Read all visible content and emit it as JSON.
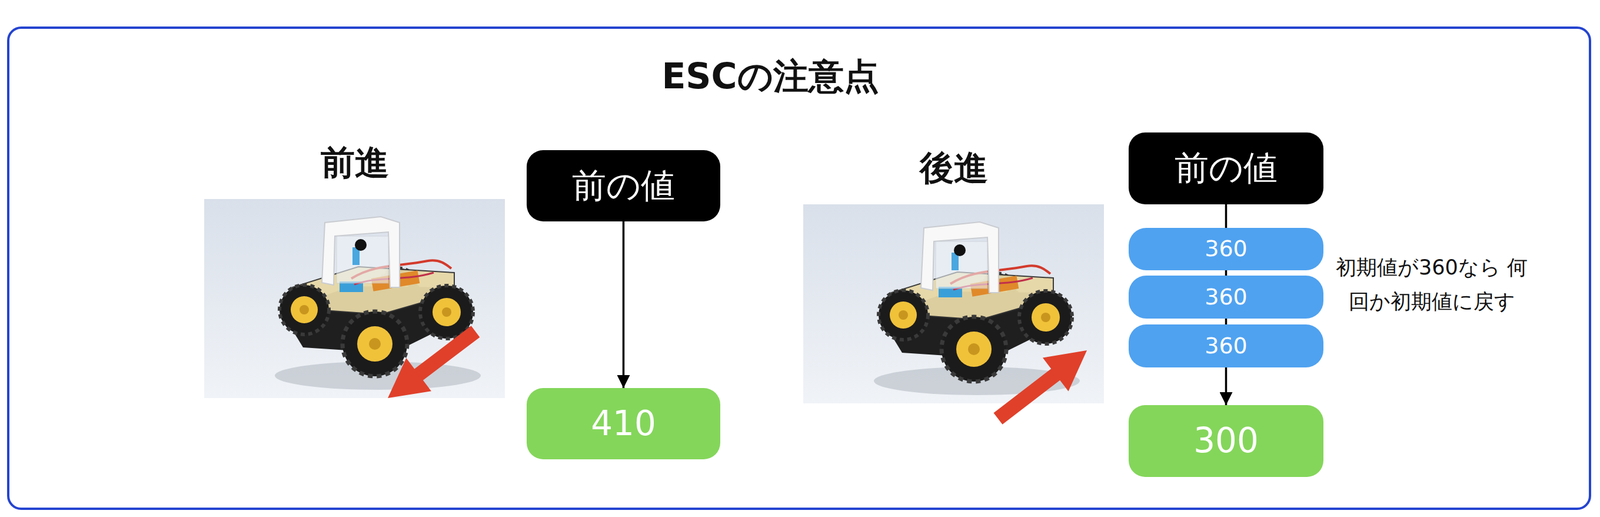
{
  "diagram": {
    "title": "ESCの注意点",
    "nodes": [
      {
        "text": [
          "前の値"
        ]
      },
      {
        "text": [
          "410"
        ]
      },
      {
        "text": [
          "前の値"
        ]
      },
      {
        "text": [
          "360"
        ]
      },
      {
        "text": [
          "360"
        ]
      },
      {
        "text": [
          "360"
        ]
      },
      {
        "text": [
          "300"
        ]
      }
    ],
    "edges": [
      {
        "from": 0,
        "to": 1,
        "arrow": "to"
      },
      {
        "from": 2,
        "to": 3,
        "arrow": "none"
      },
      {
        "from": 3,
        "to": 4,
        "arrow": "none"
      },
      {
        "from": 4,
        "to": 5,
        "arrow": "none"
      },
      {
        "from": 5,
        "to": 6,
        "arrow": "to"
      }
    ],
    "labels": [
      "前進",
      "後進",
      "初期値が360なら 何回か初期値に戻す"
    ]
  }
}
